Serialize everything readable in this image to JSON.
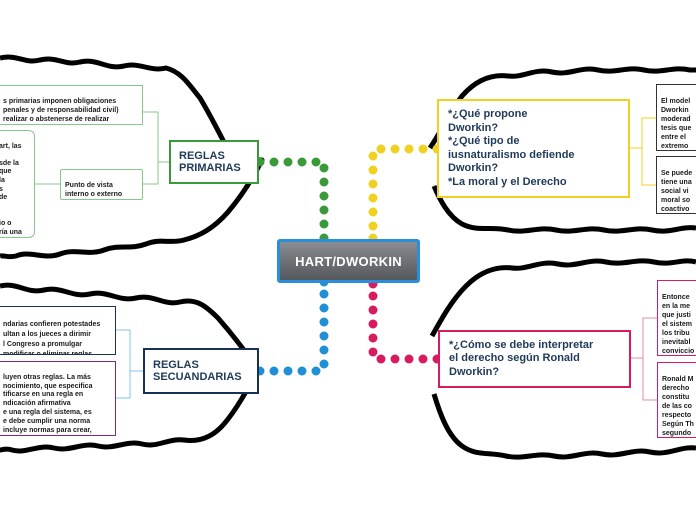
{
  "center": {
    "title": "HART/DWORKIN"
  },
  "primarias": {
    "title": "REGLAS\nPRIMARIAS",
    "color": "#3a9a3a",
    "sub_punto_vista": "Punto de vista\n interno o externo\n (derecho y moral)",
    "sub_obligaciones": "s primarias imponen obligaciones\npenales y de responsabilidad civil)\n realizar o abstenerse de realizar\nadas acciones.",
    "sub_hart": "art, las\n\nsde la\nque\n la\ns\n de\n\n\nio o\nría una\n."
  },
  "secundarias": {
    "title": "REGLAS\nSECUANDARIAS",
    "color": "#1f8fd6",
    "sub_potestades": "ndarias confieren potestades\nultan a los jueces a dirimir\nl Congreso a promulgar\n modificar o eliminar reglas",
    "sub_otras": "luyen otras reglas. La más\nnocimiento, que especifica\ntificarse en una regla en\nndicación afirmativa\ne una regla del sistema, es\ne debe cumplir una norma\nincluye normas para crear,\no."
  },
  "propone": {
    "title": "*¿Qué propone\n Dworkin?\n*¿Qué tipo de\niusnaturalismo defiende\nDworkin?\n *La moral y el Derecho",
    "color": "#f0d020",
    "sub_modelo": "El model\nDworkin\nmoderad\ntesis que\nentre el \nextremo\nintegraci",
    "sub_pueden": "Se puede\ntiene una\nsocial vi\nmoral so\ncoactivo \nsocial."
  },
  "interpretar": {
    "title": "*¿Cómo se debe interpretar\nel derecho según Ronald\nDworkin?",
    "color": "#d81b60",
    "sub_entonces": "Entonce\nen la me\nque justi\nel sistem\nlos tribu\ninevitabl\nconviccio\njueces",
    "sub_ronald": "Ronald M\nderecho \nconstitu\nde las co\nrespecto\nSegún Th\nsegundo\nmás cita"
  }
}
